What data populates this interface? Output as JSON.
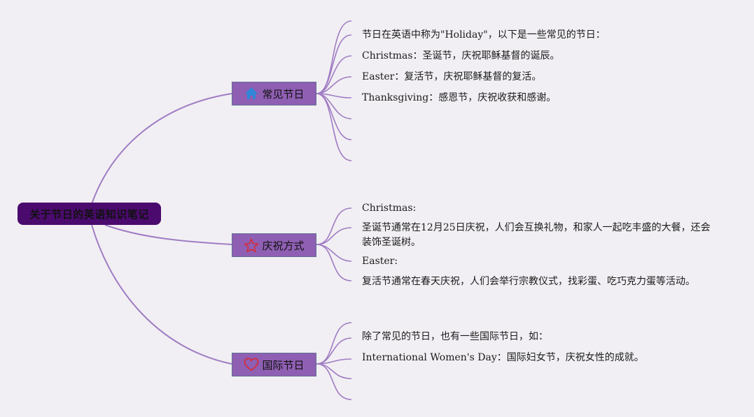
{
  "root": {
    "title": "关于节日的英语知识笔记"
  },
  "colors": {
    "root_fill": "#4b0a6e",
    "branch_fill": "#8f5fb3",
    "connector": "#a07cc4",
    "background": "#f1eff3"
  },
  "branches": [
    {
      "label": "常见节日",
      "icon": "home-icon",
      "leaves": [
        "节日在英语中称为\"Holiday\"，以下是一些常见的节日：",
        "Christmas：圣诞节，庆祝耶稣基督的诞辰。",
        "Easter：复活节，庆祝耶稣基督的复活。",
        "Thanksgiving：感恩节，庆祝收获和感谢。"
      ]
    },
    {
      "label": "庆祝方式",
      "icon": "star-icon",
      "leaves": [
        "Christmas:",
        "圣诞节通常在12月25日庆祝，人们会互换礼物，和家人一起吃丰盛的大餐，还会装饰圣诞树。",
        "Easter:",
        "复活节通常在春天庆祝，人们会举行宗教仪式，找彩蛋、吃巧克力蛋等活动。"
      ]
    },
    {
      "label": "国际节日",
      "icon": "heart-icon",
      "leaves": [
        "除了常见的节日，也有一些国际节日，如：",
        "International Women's Day：国际妇女节，庆祝女性的成就。"
      ]
    }
  ]
}
